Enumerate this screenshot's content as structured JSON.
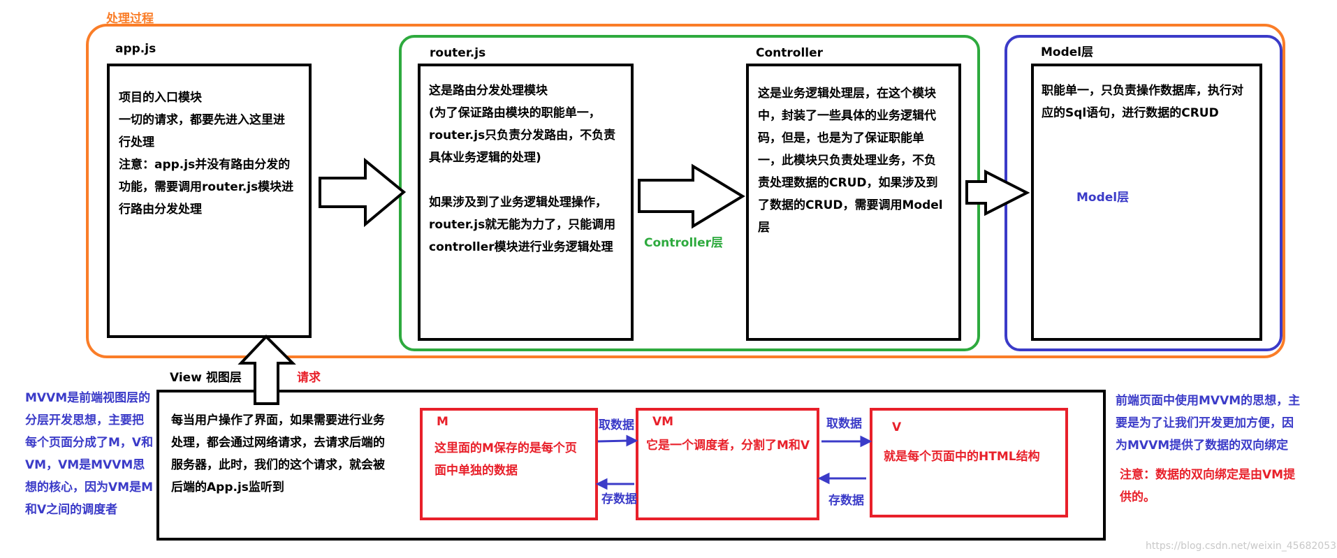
{
  "colors": {
    "orange": "#FA7D28",
    "green": "#2EAA3E",
    "blue": "#3B3BC8",
    "red": "#E8202A",
    "black": "#000000"
  },
  "process": {
    "title": "处理过程"
  },
  "appjs": {
    "label": "app.js",
    "text": "项目的入口模块\n一切的请求，都要先进入这里进\n行处理\n注意：app.js并没有路由分发的\n功能，需要调用router.js模块进\n行路由分发处理"
  },
  "router": {
    "label": "router.js",
    "text": "这是路由分发处理模块\n(为了保证路由模块的职能单一，\nrouter.js只负责分发路由，不负责\n具体业务逻辑的处理)\n\n如果涉及到了业务逻辑处理操作，\nrouter.js就无能为力了，只能调用\ncontroller模块进行业务逻辑处理"
  },
  "controller_layer": {
    "label": "Controller层"
  },
  "controller": {
    "label": "Controller",
    "text": "这是业务逻辑处理层，在这个模块\n中，封装了一些具体的业务逻辑代\n码，但是，也是为了保证职能单\n一，此模块只负责处理业务，不负\n责处理数据的CRUD，如果涉及到\n了数据的CRUD，需要调用Model\n层"
  },
  "model": {
    "label": "Model层",
    "text": "职能单一，只负责操作数据库，执行对\n应的Sql语句，进行数据的CRUD",
    "inner_label": "Model层"
  },
  "request": {
    "label": "请求"
  },
  "view": {
    "label": "View 视图层",
    "text": "每当用户操作了界面，如果需要进行业务\n处理，都会通过网络请求，去请求后端的\n服务器，此时，我们的这个请求，就会被\n后端的App.js监听到"
  },
  "m": {
    "label": "M",
    "text": "这里面的M保存的是每个页\n面中单独的数据"
  },
  "vm": {
    "label": "VM",
    "text": "它是一个调度者，分割了M和V"
  },
  "v": {
    "label": "V",
    "text": "就是每个页面中的HTML结构"
  },
  "arrows": {
    "get1": "取数据",
    "store1": "存数据",
    "get2": "取数据",
    "store2": "存数据"
  },
  "left_note": {
    "text": "MVVM是前端视图层的\n分层开发思想，主要把\n每个页面分成了M，V和\nVM，VM是MVVM思\n想的核心，因为VM是M\n和V之间的调度者"
  },
  "right_note": {
    "text": "前端页面中使用MVVM的思想，主\n要是为了让我们开发更加方便，因\n为MVVM提供了数据的双向绑定",
    "note": "注意：数据的双向绑定是由VM提\n供的。"
  },
  "watermark": "https://blog.csdn.net/weixin_45682053"
}
